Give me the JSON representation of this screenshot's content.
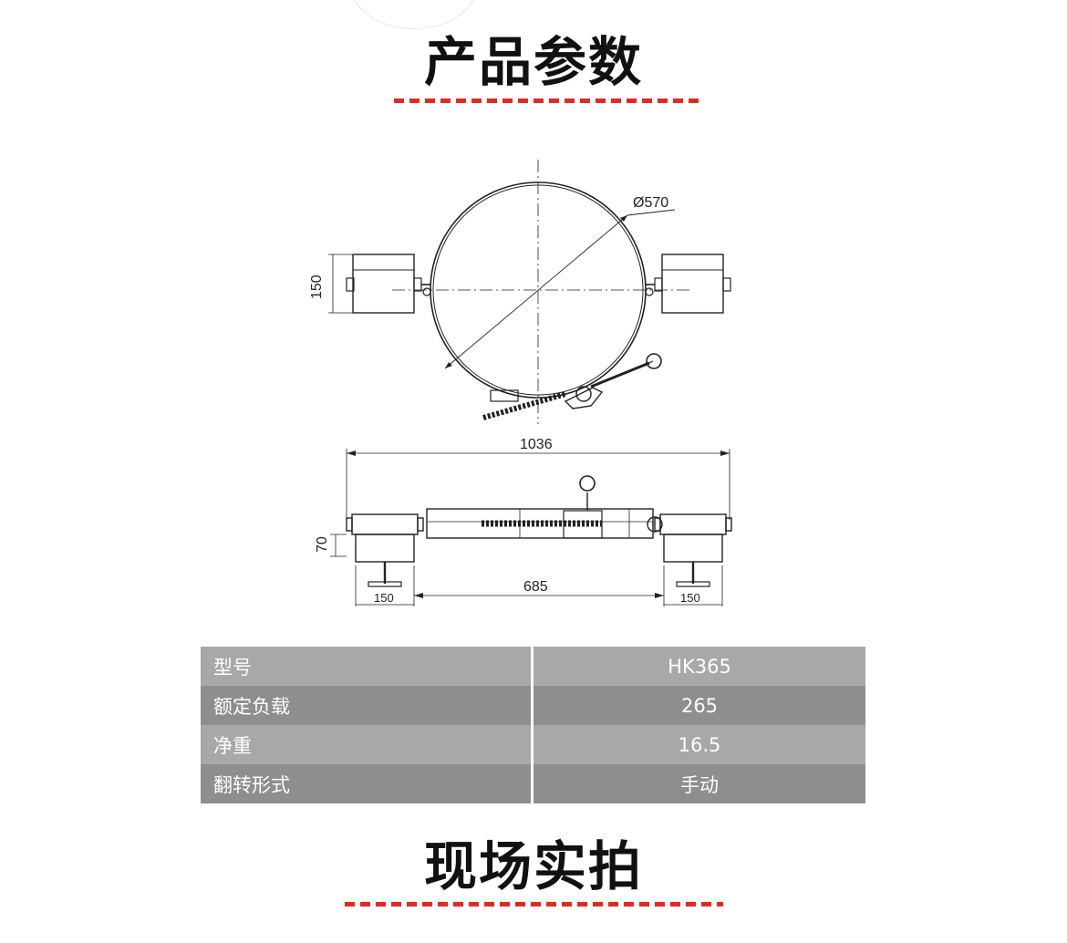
{
  "sections": {
    "params_title": "产品参数",
    "photos_title": "现场实拍"
  },
  "drawing": {
    "top_view": {
      "diameter_label": "Ø570",
      "height_label": "150"
    },
    "side_view": {
      "overall_width": "1036",
      "inner_width": "685",
      "height_label": "70",
      "left_foot_width": "150",
      "right_foot_width": "150"
    }
  },
  "specs": {
    "rows": [
      {
        "label": "型号",
        "value": "HK365"
      },
      {
        "label": "额定负载",
        "value": "265"
      },
      {
        "label": "净重",
        "value": "16.5"
      },
      {
        "label": "翻转形式",
        "value": "手动"
      }
    ]
  },
  "colors": {
    "accent_red": "#e8281e",
    "row_light": "#a8a8a8",
    "row_dark": "#8e8e8e"
  }
}
